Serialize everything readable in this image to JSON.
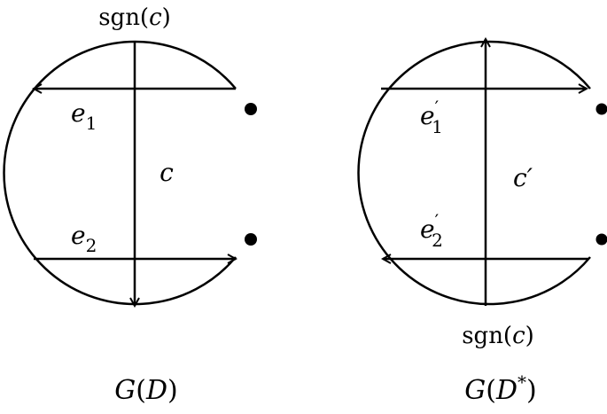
{
  "diagrams": [
    {
      "id": "left",
      "caption": {
        "main": "G(",
        "arg": "D",
        "close": ")"
      },
      "top_label": {
        "text": "sgn(",
        "var": "c",
        "close": ")"
      },
      "chord_label": "c",
      "edge_labels": [
        {
          "name": "e",
          "sub": "1",
          "prime": ""
        },
        {
          "name": "e",
          "sub": "2",
          "prime": ""
        }
      ],
      "vertical_arrow": "down",
      "upper_arrow": "left",
      "lower_arrow": "right"
    },
    {
      "id": "right",
      "caption": {
        "main": "G(",
        "arg": "D",
        "sup": "*",
        "close": ")"
      },
      "bottom_label": {
        "text": "sgn(",
        "var": "c",
        "close": ")"
      },
      "chord_label": "c′",
      "edge_labels": [
        {
          "name": "e",
          "sub": "1",
          "prime": "′"
        },
        {
          "name": "e",
          "sub": "2",
          "prime": "′"
        }
      ],
      "vertical_arrow": "up",
      "upper_arrow": "right",
      "lower_arrow": "left"
    }
  ]
}
